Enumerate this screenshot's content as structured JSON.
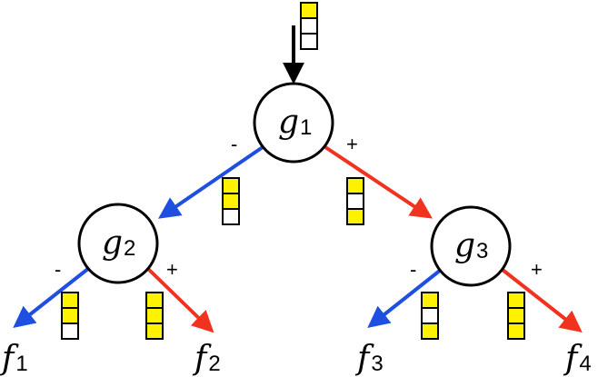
{
  "colors": {
    "minus_edge": "#1e4fe0",
    "plus_edge": "#f0321e",
    "input_edge": "#000000",
    "cell_filled": "#fff200",
    "cell_empty": "#ffffff",
    "stroke": "#000000"
  },
  "nodes": {
    "g1": {
      "base": "g",
      "sub": "1"
    },
    "g2": {
      "base": "g",
      "sub": "2"
    },
    "g3": {
      "base": "g",
      "sub": "3"
    }
  },
  "leaves": {
    "f1": {
      "base": "f",
      "sub": "1"
    },
    "f2": {
      "base": "f",
      "sub": "2"
    },
    "f3": {
      "base": "f",
      "sub": "3"
    },
    "f4": {
      "base": "f",
      "sub": "4"
    }
  },
  "edges": {
    "g1_to_g2": {
      "sign": "-",
      "color": "minus"
    },
    "g1_to_g3": {
      "sign": "+",
      "color": "plus"
    },
    "g2_to_f1": {
      "sign": "-",
      "color": "minus"
    },
    "g2_to_f2": {
      "sign": "+",
      "color": "plus"
    },
    "g3_to_f3": {
      "sign": "-",
      "color": "minus"
    },
    "g3_to_f4": {
      "sign": "+",
      "color": "plus"
    }
  },
  "stacks": {
    "input": [
      true,
      false,
      false
    ],
    "g1_to_g2": [
      true,
      true,
      false
    ],
    "g1_to_g3": [
      true,
      false,
      true
    ],
    "g2_to_f1": [
      true,
      true,
      false
    ],
    "g2_to_f2": [
      true,
      true,
      true
    ],
    "g3_to_f3": [
      true,
      false,
      true
    ],
    "g3_to_f4": [
      true,
      true,
      true
    ]
  }
}
